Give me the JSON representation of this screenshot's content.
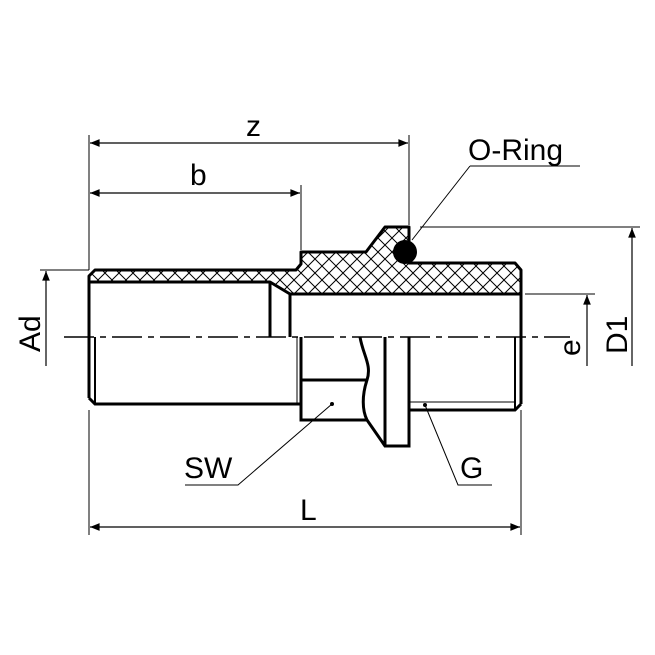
{
  "labels": {
    "z": "z",
    "b": "b",
    "o_ring": "O-Ring",
    "ad": "Ad",
    "e": "e",
    "d1": "D1",
    "sw": "SW",
    "g": "G",
    "l": "L"
  },
  "colors": {
    "line": "#000000",
    "background": "#ffffff"
  }
}
